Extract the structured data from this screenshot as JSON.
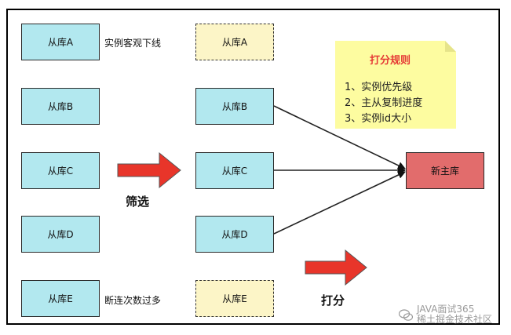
{
  "left_column": {
    "slave_a": "从库A",
    "slave_b": "从库B",
    "slave_c": "从库C",
    "slave_d": "从库D",
    "slave_e": "从库E",
    "note_a": "实例客观下线",
    "note_e": "断连次数过多"
  },
  "middle_column": {
    "slave_a": "从库A",
    "slave_b": "从库B",
    "slave_c": "从库C",
    "slave_d": "从库D",
    "slave_e": "从库E"
  },
  "filter_label": "筛选",
  "score_label": "打分",
  "rules": {
    "title": "打分规则",
    "items": [
      "1、实例优先级",
      "2、主从复制进度",
      "3、实例id大小"
    ]
  },
  "new_master": "新主库",
  "watermark": {
    "line1": "JAVA面试365",
    "line2": "稀土掘金技术社区"
  },
  "colors": {
    "slave_fill": "#b2e8ef",
    "excluded_fill": "#fcf5c7",
    "master_fill": "#e26c6c",
    "arrow_fill": "#e8352a",
    "note_fill": "#fdfca0",
    "rules_title": "#e53935"
  }
}
